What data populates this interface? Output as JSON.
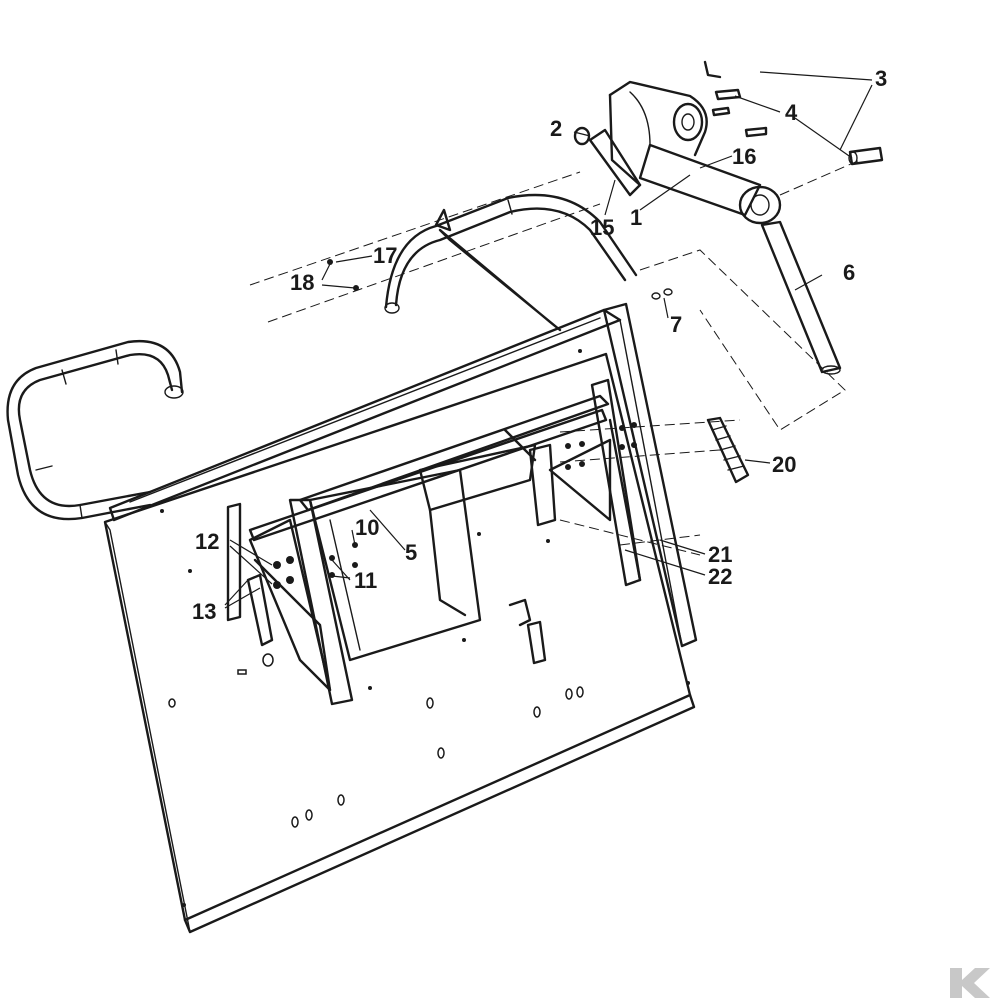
{
  "callouts": [
    {
      "id": "1",
      "label": "1"
    },
    {
      "id": "2",
      "label": "2"
    },
    {
      "id": "3",
      "label": "3"
    },
    {
      "id": "4",
      "label": "4"
    },
    {
      "id": "5",
      "label": "5"
    },
    {
      "id": "6",
      "label": "6"
    },
    {
      "id": "7",
      "label": "7"
    },
    {
      "id": "10",
      "label": "10"
    },
    {
      "id": "11",
      "label": "11"
    },
    {
      "id": "12",
      "label": "12"
    },
    {
      "id": "13",
      "label": "13"
    },
    {
      "id": "15",
      "label": "15"
    },
    {
      "id": "16",
      "label": "16"
    },
    {
      "id": "17",
      "label": "17"
    },
    {
      "id": "18",
      "label": "18"
    },
    {
      "id": "20",
      "label": "20"
    },
    {
      "id": "21",
      "label": "21"
    },
    {
      "id": "22",
      "label": "22"
    }
  ],
  "colors": {
    "ink": "#1a1a1a",
    "background": "#ffffff",
    "watermark": "#c8c8c8"
  },
  "icons": {
    "watermark": "logo-watermark-icon"
  }
}
